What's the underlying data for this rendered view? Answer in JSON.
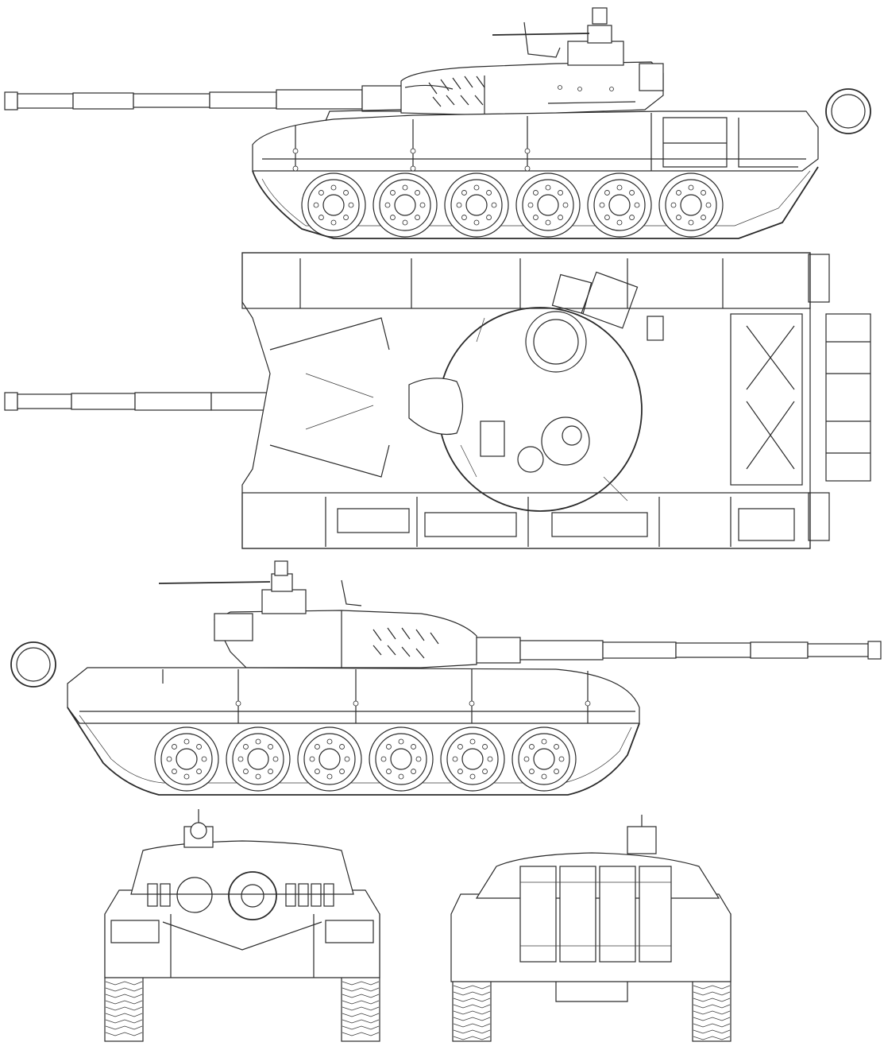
{
  "drawing": {
    "line_color": "#2a2a2a",
    "background": "#ffffff",
    "views": [
      {
        "id": "side-view-right",
        "road_wheels": 6
      },
      {
        "id": "top-view"
      },
      {
        "id": "side-view-left",
        "road_wheels": 6
      },
      {
        "id": "front-view"
      },
      {
        "id": "rear-view"
      }
    ]
  }
}
